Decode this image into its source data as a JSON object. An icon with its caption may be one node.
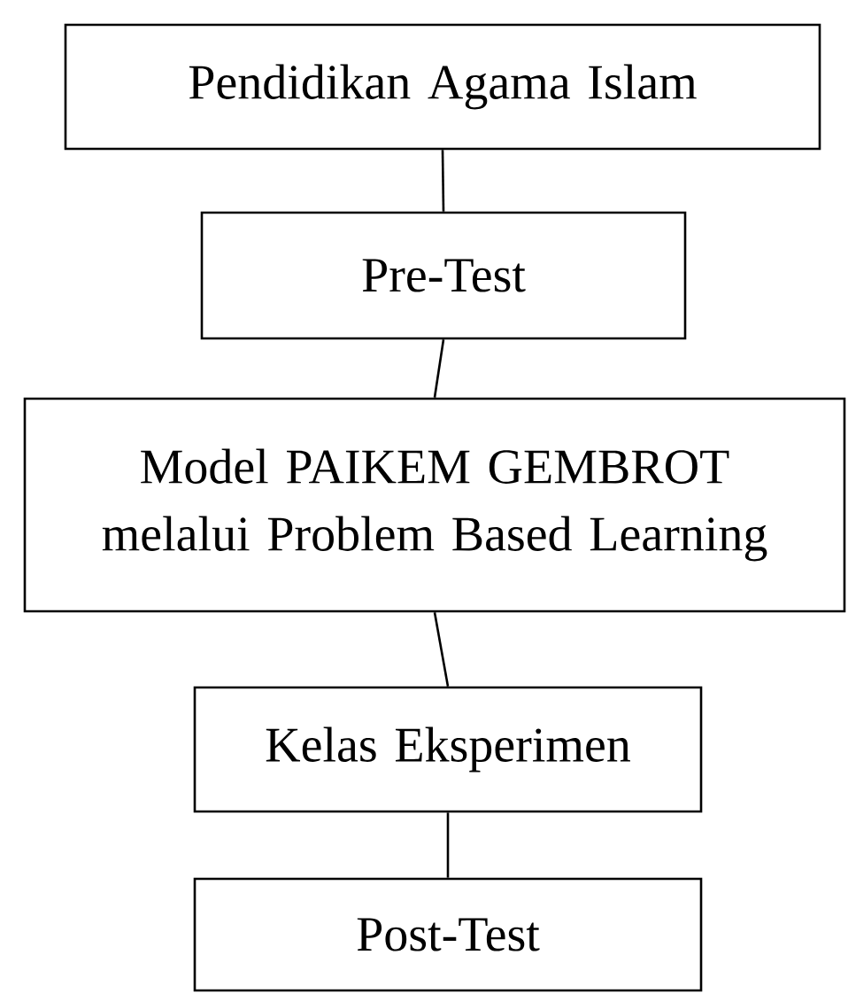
{
  "diagram": {
    "nodes": [
      {
        "text": [
          "Pendidikan Agama Islam"
        ]
      },
      {
        "text": [
          "Pre-Test"
        ]
      },
      {
        "text": [
          "Model PAIKEM GEMBROT melalui Problem Based Learning"
        ]
      },
      {
        "text": [
          "Kelas Eksperimen"
        ]
      },
      {
        "text": [
          "Post-Test"
        ]
      }
    ],
    "edges": [
      {
        "from": 0,
        "to": 1,
        "arrow": "none"
      },
      {
        "from": 1,
        "to": 2,
        "arrow": "none"
      },
      {
        "from": 2,
        "to": 3,
        "arrow": "none"
      },
      {
        "from": 3,
        "to": 4,
        "arrow": "none"
      }
    ]
  }
}
